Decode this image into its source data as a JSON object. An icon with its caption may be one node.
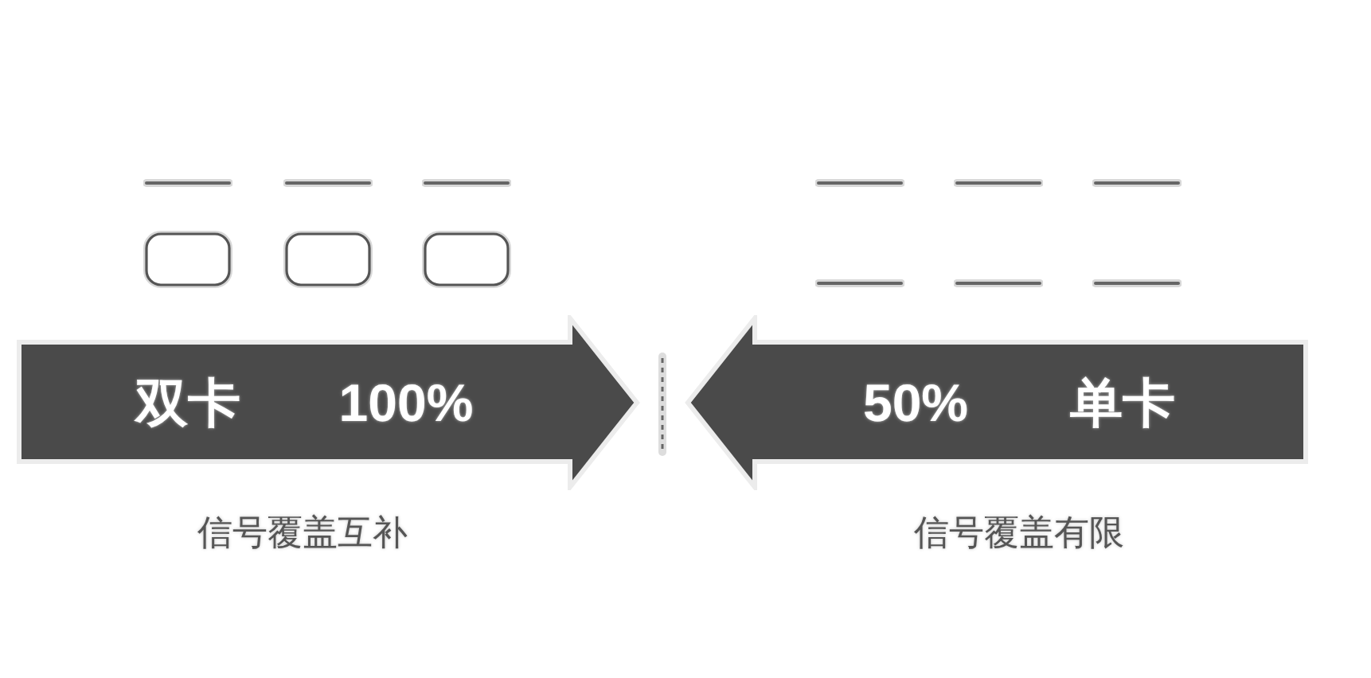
{
  "diagram": {
    "nodes": [
      {
        "text": [
          "双卡",
          "100%"
        ],
        "beside": [
          "信号覆盖互补"
        ]
      },
      {
        "text": [
          "50%",
          "单卡"
        ],
        "beside": [
          "信号覆盖有限"
        ]
      }
    ]
  }
}
